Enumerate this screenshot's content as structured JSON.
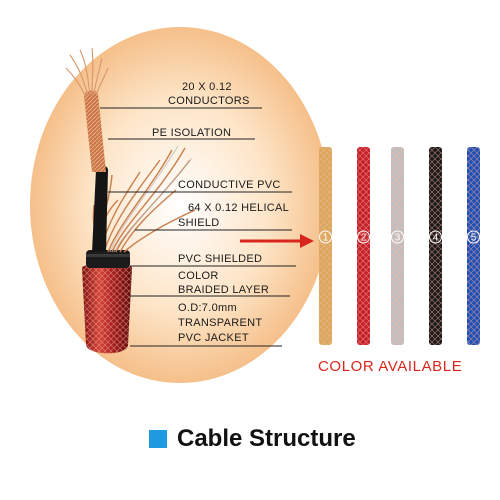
{
  "labels": [
    {
      "id": "conductors",
      "lines": [
        "20 X 0.12",
        "CONDUCTORS"
      ]
    },
    {
      "id": "pe",
      "lines": [
        "PE  ISOLATION"
      ]
    },
    {
      "id": "cpvc",
      "lines": [
        "CONDUCTIVE  PVC"
      ]
    },
    {
      "id": "helical",
      "lines": [
        "64 X 0.12  HELICAL",
        "SHIELD"
      ]
    },
    {
      "id": "pvcshield",
      "lines": [
        "PVC SHIELDED"
      ]
    },
    {
      "id": "braided",
      "lines": [
        "COLOR",
        "BRAIDED LAYER"
      ]
    },
    {
      "id": "jacket",
      "lines": [
        "O.D:7.0mm",
        "TRANSPARENT",
        "PVC JACKET"
      ]
    }
  ],
  "samples": {
    "numbers": [
      "1",
      "2",
      "3",
      "4",
      "5"
    ],
    "colors": [
      "#d9a85c",
      "#c4202b",
      "#bfbfbf",
      "#1a1a1a",
      "#1f4fb5"
    ],
    "caption": "COLOR AVAILABLE"
  },
  "footer": {
    "title": "Cable Structure",
    "accent": "#1e9be0"
  },
  "colors": {
    "halo": "#f6c48a",
    "arrow": "#d8261d",
    "leader": "#222222"
  }
}
